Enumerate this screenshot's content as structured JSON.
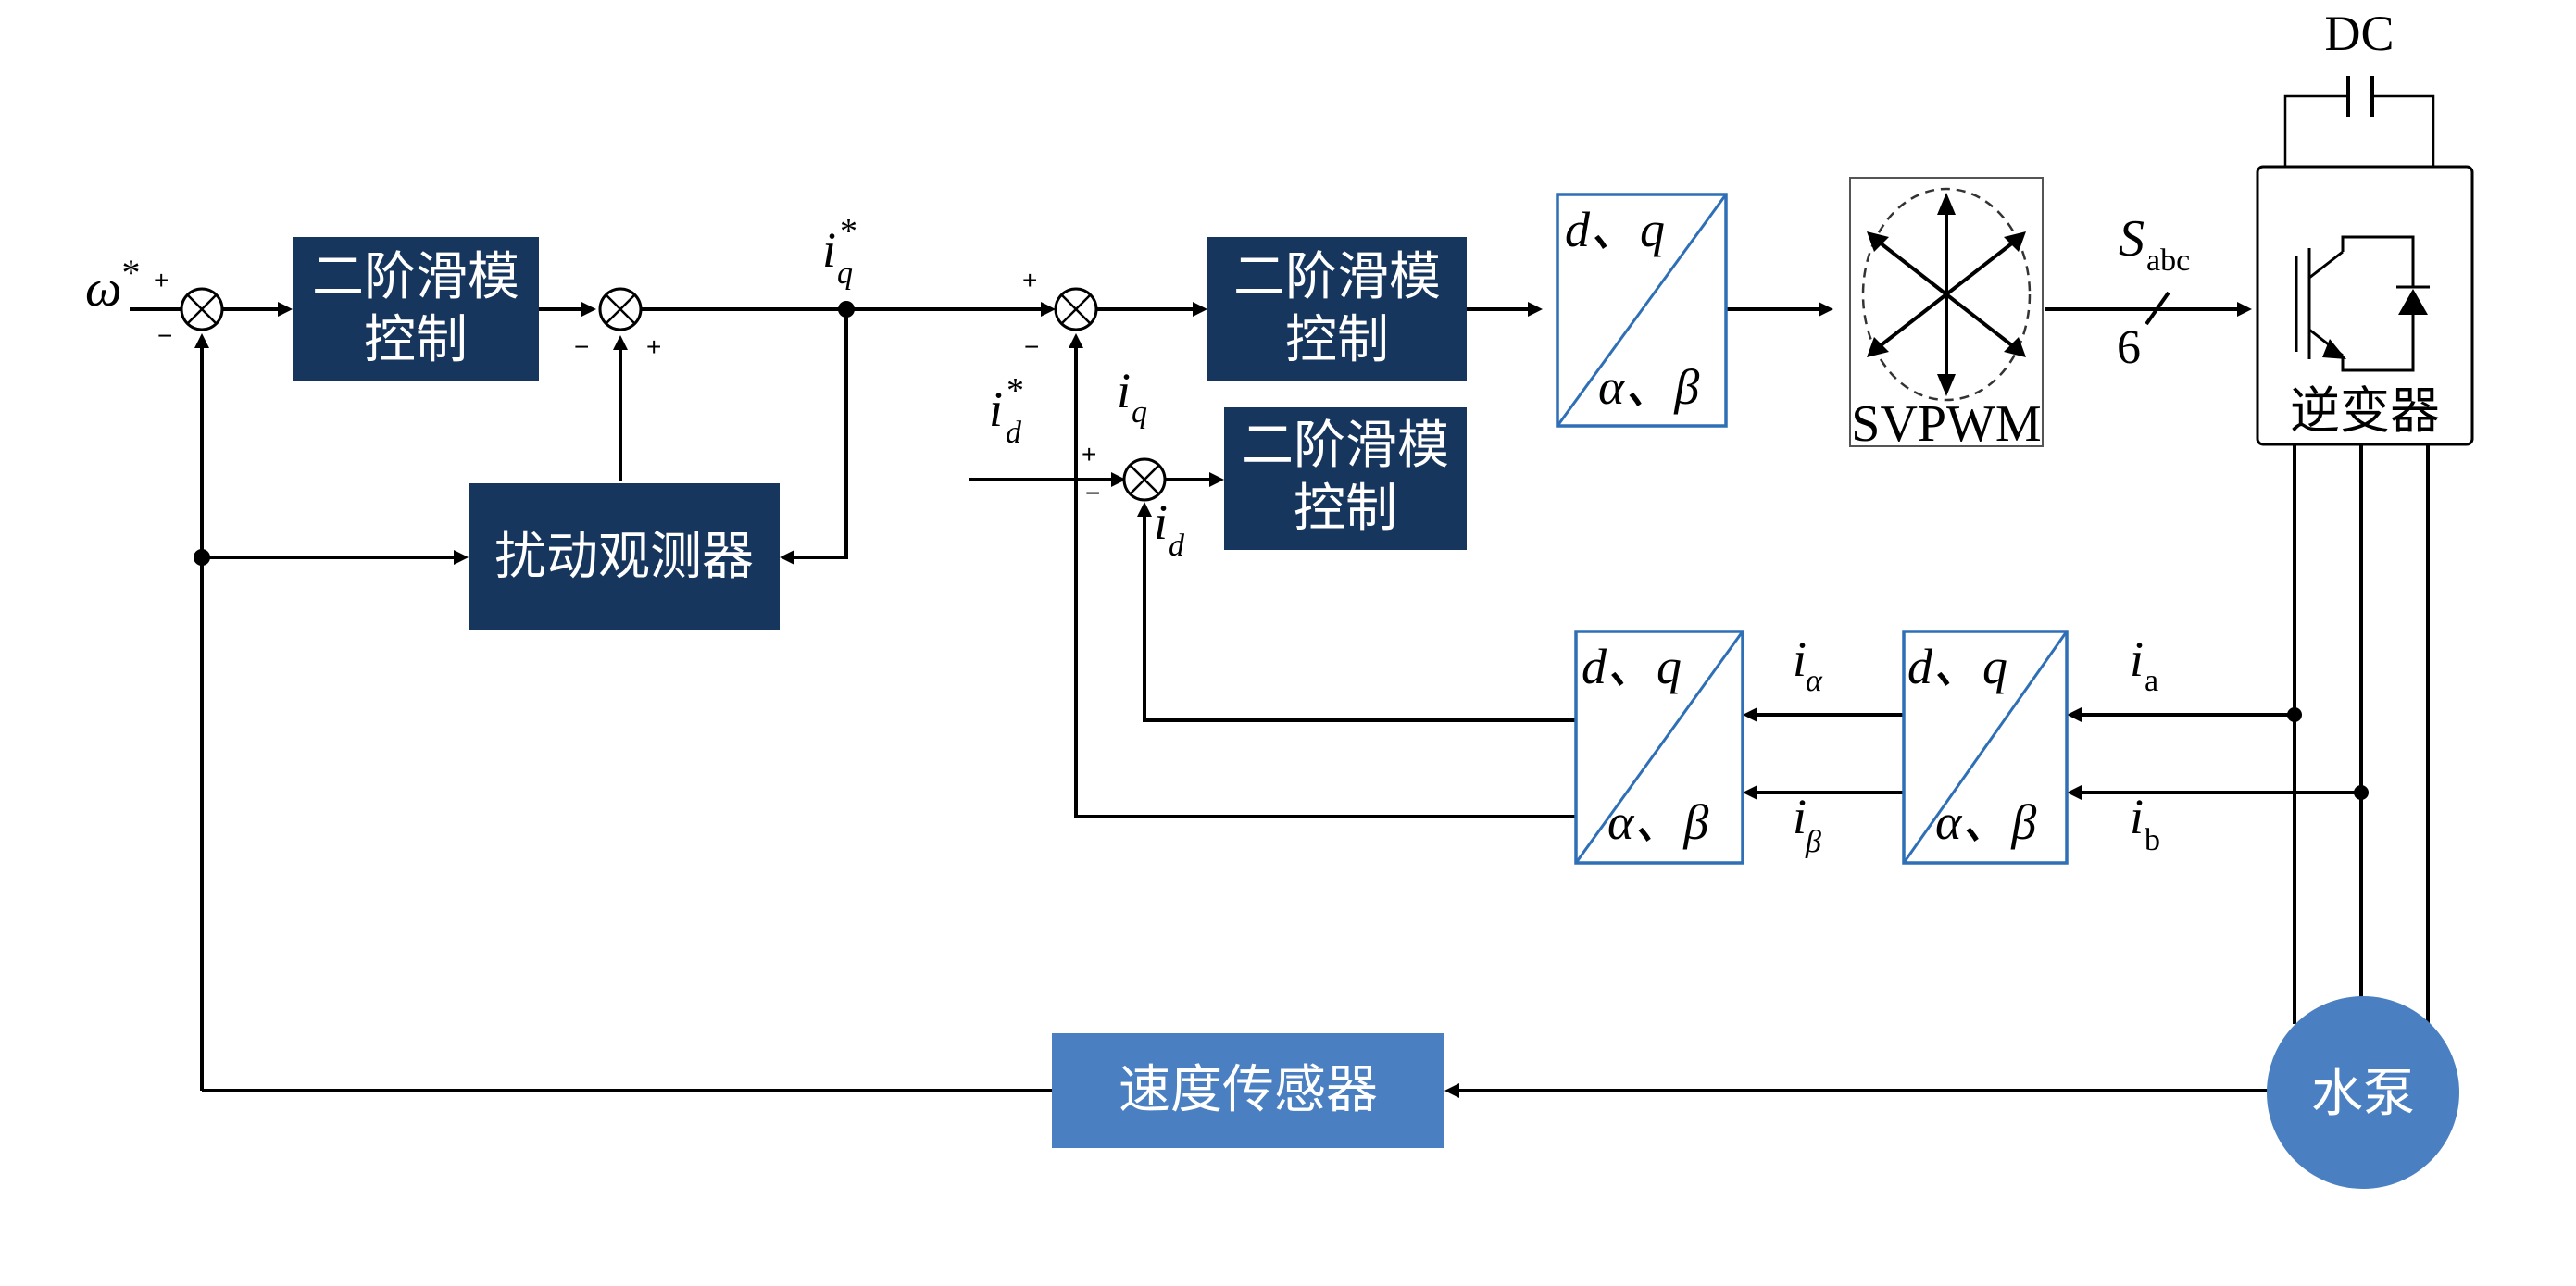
{
  "blocks": {
    "smc_speed_l1": "二阶滑模",
    "smc_speed_l2": "控制",
    "smc_iq_l1": "二阶滑模",
    "smc_iq_l2": "控制",
    "smc_id_l1": "二阶滑模",
    "smc_id_l2": "控制",
    "observer": "扰动观测器",
    "speed_sensor": "速度传感器",
    "pump": "水泵",
    "inverter": "逆变器",
    "svpwm": "SVPWM",
    "dc": "DC"
  },
  "transforms": {
    "inv_park": {
      "top": "d、q",
      "bottom": "α、β"
    },
    "park": {
      "top": "d、q",
      "bottom": "α、β"
    },
    "clarke": {
      "top": "d、q",
      "bottom": "α、β"
    }
  },
  "signals": {
    "omega": "ω",
    "star": "*",
    "i": "i",
    "q": "q",
    "d": "d",
    "alpha": "α",
    "beta": "β",
    "a": "a",
    "b": "b",
    "S": "S",
    "abc": "abc",
    "six": "6"
  },
  "signs": {
    "plus": "+",
    "minus": "−"
  }
}
